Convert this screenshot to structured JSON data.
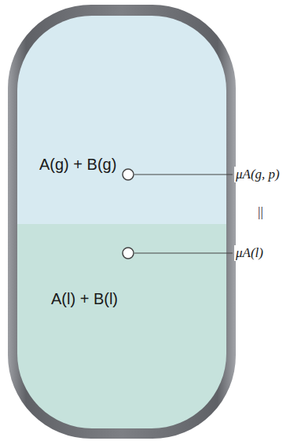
{
  "diagram": {
    "nodes": [
      {
        "text": [
          "A(g) + B(g)"
        ]
      },
      {
        "text": [
          "A(l) + B(l)"
        ]
      }
    ],
    "labels": [
      "μA(g, p)",
      "||",
      "μA(l)"
    ]
  }
}
